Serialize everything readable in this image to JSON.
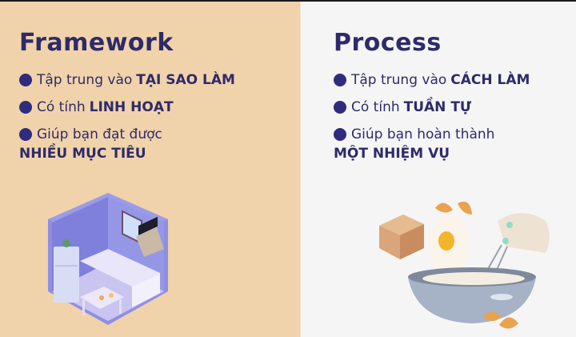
{
  "colors": {
    "left_background": "#F0D3AA",
    "right_background": "#F5F5F6",
    "text": "#2E2A6A",
    "bullet": "#2F2C7E"
  },
  "framework": {
    "title": "Framework",
    "bullets": [
      {
        "text": "Tập trung vào",
        "emphasis": "TẠI SAO LÀM"
      },
      {
        "text": "Có tính",
        "emphasis": "LINH HOẠT"
      },
      {
        "text": "Giúp bạn đạt được",
        "emphasis": "NHIỀU MỤC TIÊU"
      }
    ],
    "illustration": "isometric-kitchen-illustration"
  },
  "process": {
    "title": "Process",
    "bullets": [
      {
        "text": "Tập trung vào",
        "emphasis": "CÁCH LÀM"
      },
      {
        "text": "Có tính",
        "emphasis": "TUẦN TỰ"
      },
      {
        "text": "Giúp bạn hoàn thành",
        "emphasis": "MỘT NHIỆM VỤ"
      }
    ],
    "illustration": "baking-bowl-egg-mixer-illustration"
  }
}
